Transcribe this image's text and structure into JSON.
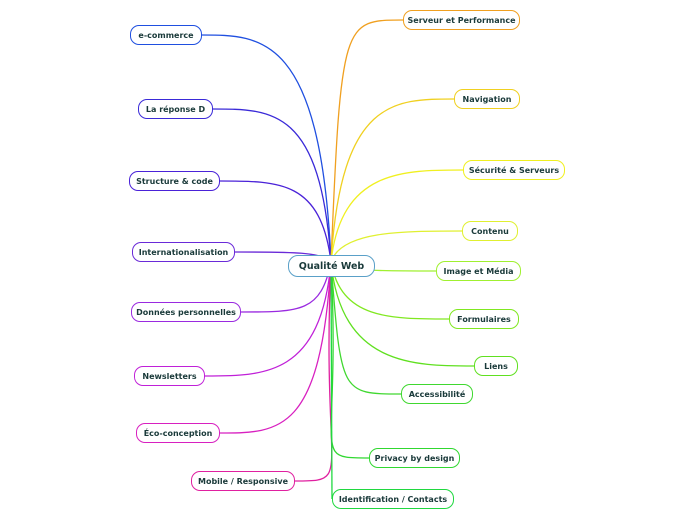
{
  "root": {
    "label": "Qualité Web"
  },
  "left": [
    {
      "label": "e-commerce",
      "color": "#1f4fe0"
    },
    {
      "label": "La réponse D",
      "color": "#3a2ad8"
    },
    {
      "label": "Structure & code",
      "color": "#4a22d8"
    },
    {
      "label": "Internationalisation",
      "color": "#6a2ad8"
    },
    {
      "label": "Données personnelles",
      "color": "#9a2ae0"
    },
    {
      "label": "Newsletters",
      "color": "#c020d8"
    },
    {
      "label": "Éco-conception",
      "color": "#d820c0"
    },
    {
      "label": "Mobile / Responsive",
      "color": "#e020a0"
    }
  ],
  "right": [
    {
      "label": "Serveur et Performance",
      "color": "#f0a020"
    },
    {
      "label": "Navigation",
      "color": "#f0d020"
    },
    {
      "label": "Sécurité & Serveurs",
      "color": "#f0f020"
    },
    {
      "label": "Contenu",
      "color": "#e0f030"
    },
    {
      "label": "Image et Média",
      "color": "#a0f030"
    },
    {
      "label": "Formulaires",
      "color": "#80e820"
    },
    {
      "label": "Liens",
      "color": "#60e020"
    },
    {
      "label": "Accessibilité",
      "color": "#40d830"
    },
    {
      "label": "Privacy by design",
      "color": "#30d830"
    },
    {
      "label": "Identification / Contacts",
      "color": "#20d840"
    }
  ]
}
